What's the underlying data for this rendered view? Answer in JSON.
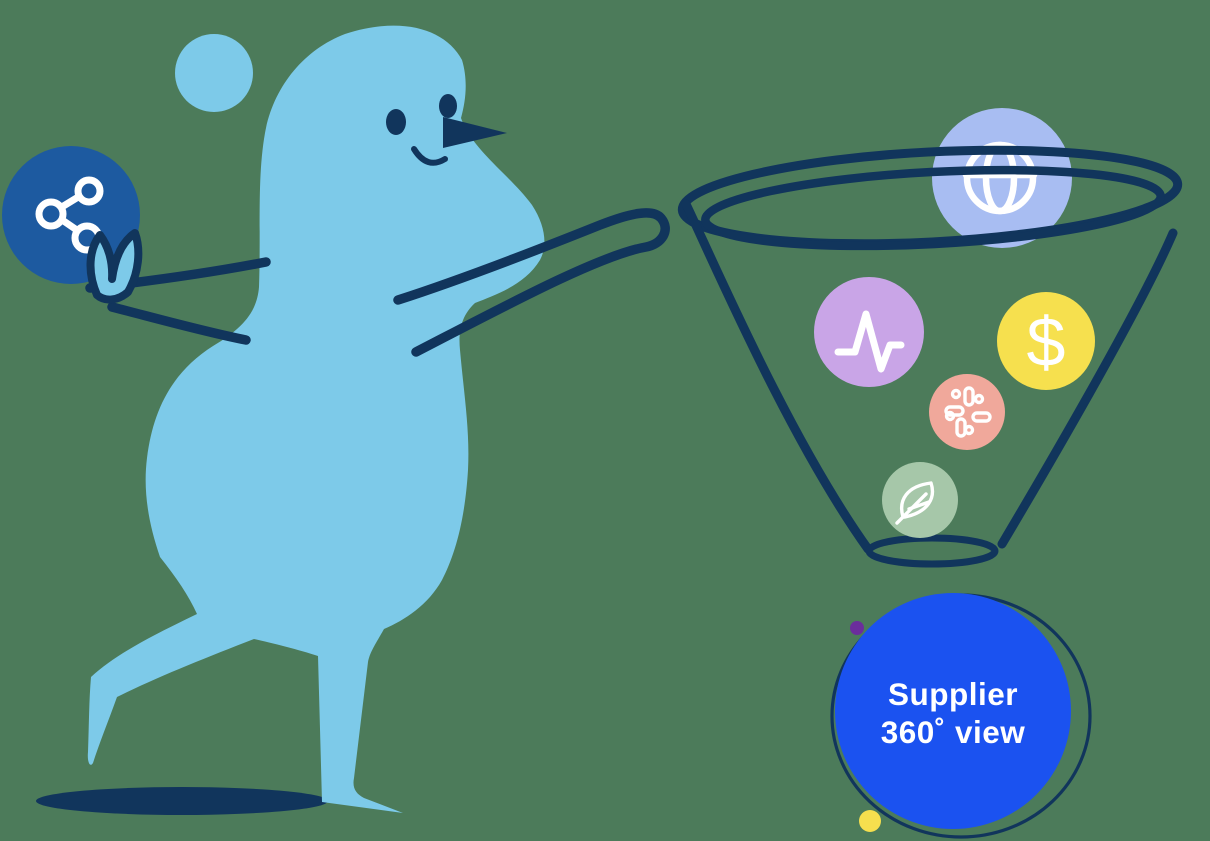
{
  "colors": {
    "background": "#4C7B5A",
    "navy": "#11355C",
    "white": "#FFFFFF"
  },
  "character": {
    "color": "#7DCAE9",
    "pose": "walking-figure-tossing-ball-into-funnel"
  },
  "ball": {
    "color": "#1D5AA0",
    "icon": "share-icon"
  },
  "funnel": {
    "sources": [
      {
        "icon": "globe-icon",
        "color": "#A8BDF2"
      },
      {
        "icon": "activity-pulse-icon",
        "color": "#C9A5E7"
      },
      {
        "icon": "dollar-icon",
        "color": "#F6E04E",
        "symbol": "$"
      },
      {
        "icon": "slack-icon",
        "color": "#F0A89B"
      },
      {
        "icon": "feather-icon",
        "color": "#A6C7A9"
      }
    ]
  },
  "supplier_circle": {
    "color": "#1B52F0",
    "line1": "Supplier",
    "line2": "360˚ view",
    "orbit_dots": [
      {
        "position": "top-left",
        "color": "#6B2D9C"
      },
      {
        "position": "bottom",
        "color": "#F6DF4E"
      }
    ]
  }
}
